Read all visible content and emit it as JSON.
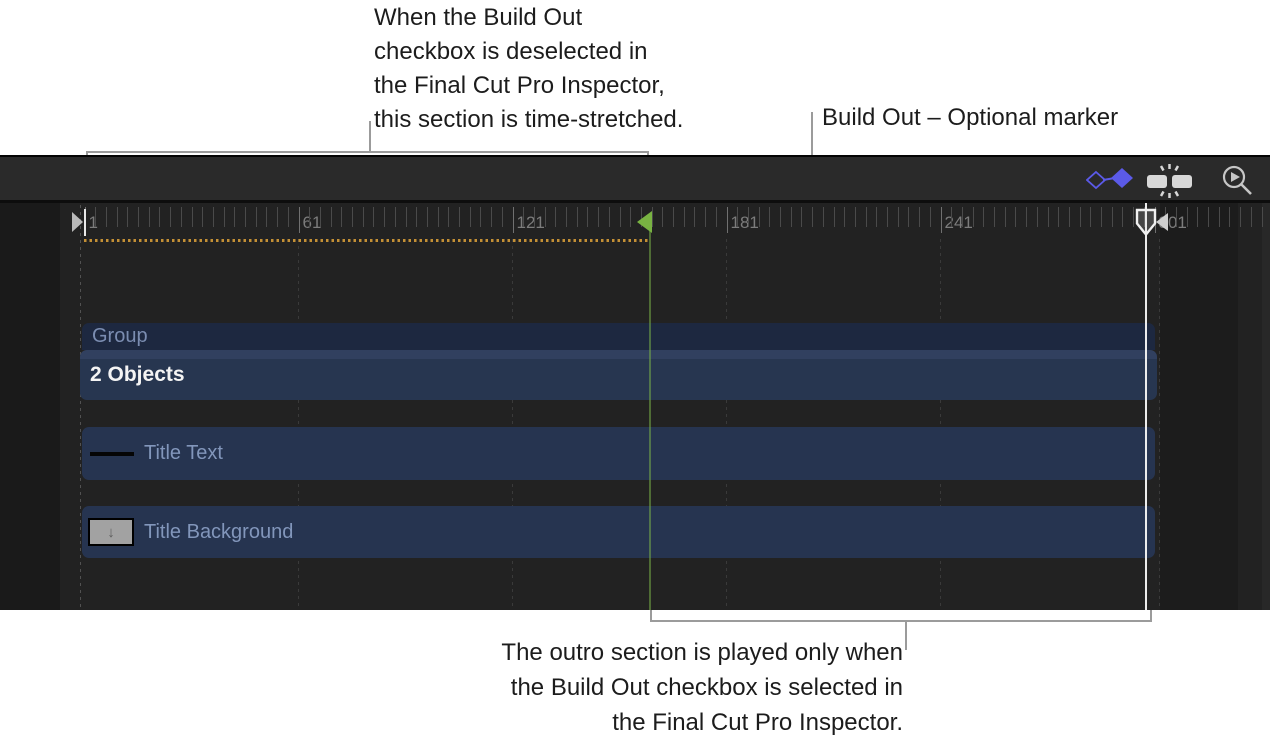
{
  "annotations": {
    "top_callout": "When the Build Out\ncheckbox is deselected in\nthe Final Cut Pro Inspector,\nthis section is time-stretched.",
    "marker_callout": "Build Out – Optional marker",
    "bottom_callout": "The outro section is played only when\nthe Build Out checkbox is selected in\nthe Final Cut Pro Inspector."
  },
  "toolbar": {
    "icons": [
      {
        "name": "keyframes-icon",
        "accent": "#5b5ae8"
      },
      {
        "name": "mini-timeline-flash-icon",
        "color": "#d8d8d8"
      },
      {
        "name": "zoom-play-icon",
        "color": "#c6c6c6"
      }
    ]
  },
  "ruler": {
    "labels": [
      "1",
      "61",
      "121",
      "181",
      "241",
      "301"
    ],
    "start_frame": 1,
    "frames_per_tick": 3,
    "major_every": 20,
    "origin_x": 84.5,
    "tick_spacing_px": 10.7,
    "max_x": 1266
  },
  "tracks": [
    {
      "label": "Group"
    },
    {
      "label": "2 Objects"
    },
    {
      "label": "Title Text"
    },
    {
      "label": "Title Background"
    }
  ],
  "markers": {
    "build_out_frame": "160",
    "build_out_color": "#79b342",
    "playhead_color": "#ececec",
    "dotted_section_color": "#c49035"
  }
}
